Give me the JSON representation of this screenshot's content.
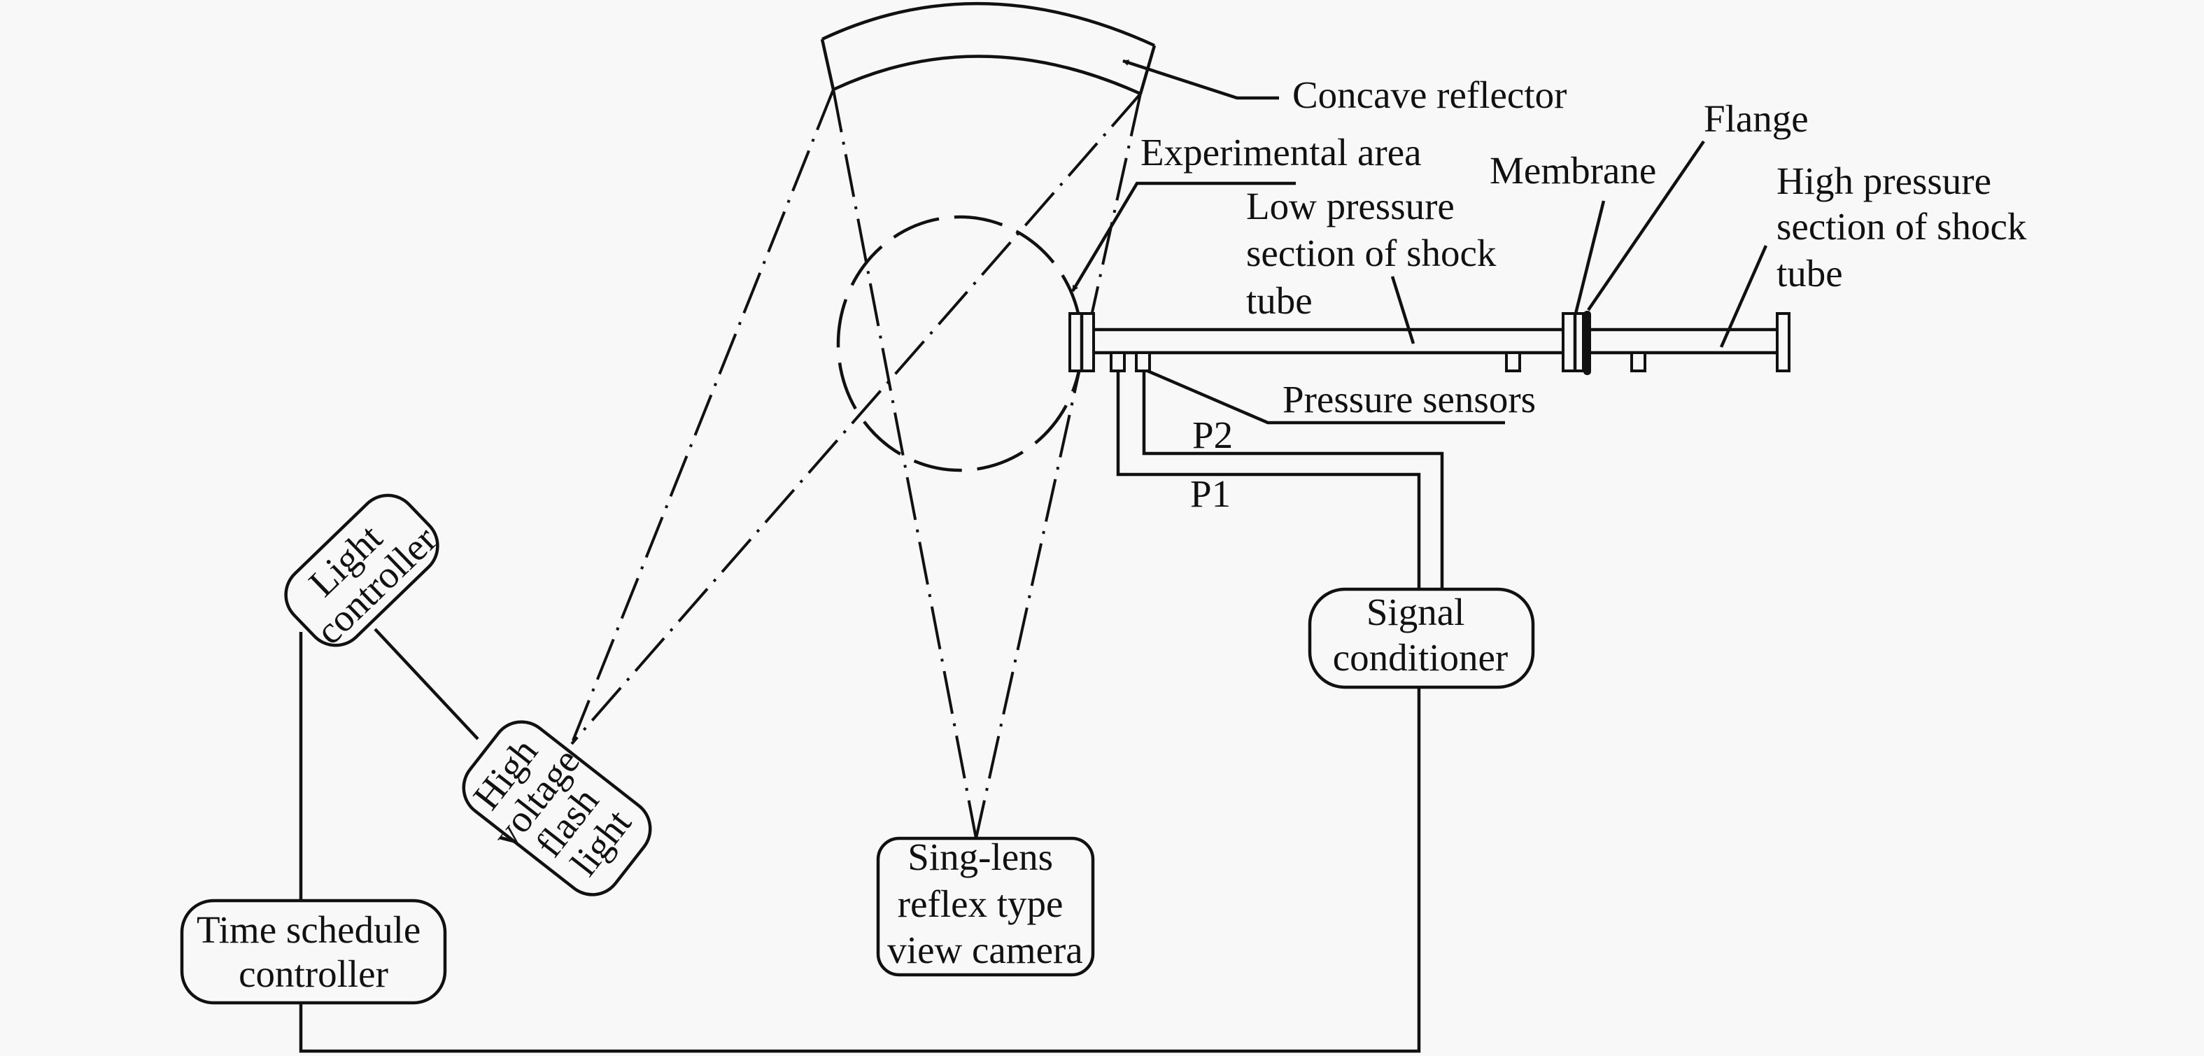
{
  "labels": {
    "concave_reflector": "Concave reflector",
    "experimental_area": "Experimental area",
    "membrane": "Membrane",
    "flange": "Flange",
    "low_pressure": [
      "Low pressure",
      "section of shock",
      "tube"
    ],
    "high_pressure": [
      "High pressure",
      "section of shock",
      "tube"
    ],
    "pressure_sensors": "Pressure sensors",
    "p1": "P1",
    "p2": "P2"
  },
  "boxes": {
    "light_controller": [
      "Light",
      "controller"
    ],
    "flash_light": [
      "High",
      "voltage",
      "flash",
      "light"
    ],
    "camera": [
      "Sing-lens",
      "reflex type",
      "view camera"
    ],
    "time_controller": [
      "Time schedule",
      "controller"
    ],
    "signal_conditioner": [
      "Signal",
      "conditioner"
    ]
  },
  "colors": {
    "line": "#111111",
    "background": "#f8f8f8",
    "membrane": "#111111"
  }
}
